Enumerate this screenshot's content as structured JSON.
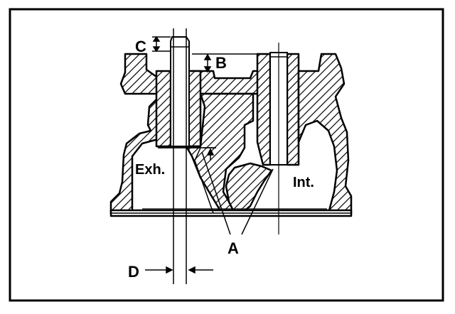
{
  "figure": {
    "labels": {
      "a": "A",
      "b": "B",
      "c": "C",
      "d": "D",
      "exhaust": "Exh.",
      "intake": "Int."
    }
  }
}
